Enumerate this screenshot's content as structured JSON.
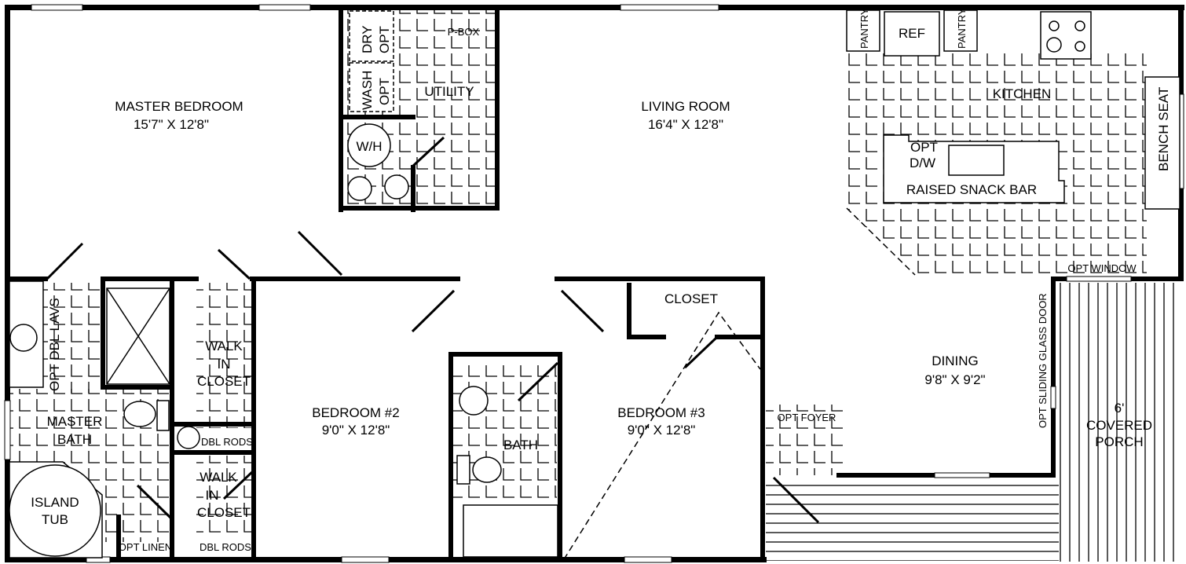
{
  "colors": {
    "wall": "#000000",
    "background": "#ffffff"
  },
  "rooms": {
    "master_bedroom": {
      "name": "MASTER BEDROOM",
      "size": "15'7\" X 12'8\""
    },
    "living_room": {
      "name": "LIVING ROOM",
      "size": "16'4\" X 12'8\""
    },
    "kitchen": {
      "name": "KITCHEN"
    },
    "dining": {
      "name": "DINING",
      "size": "9'8\" X 9'2\""
    },
    "bedroom2": {
      "name": "BEDROOM #2",
      "size": "9'0\" X 12'8\""
    },
    "bedroom3": {
      "name": "BEDROOM #3",
      "size": "9'0\" X 12'8\""
    },
    "bath": {
      "name": "BATH"
    },
    "utility": {
      "name": "UTILITY"
    },
    "master_bath": {
      "line1": "MASTER",
      "line2": "BATH"
    },
    "porch": {
      "line1": "6'",
      "line2": "COVERED",
      "line3": "PORCH"
    }
  },
  "fixtures": {
    "pantry_left": "PANTRY",
    "ref": "REF",
    "pantry_right": "PANTRY",
    "bench_seat": "BENCH SEAT",
    "opt_dw_1": "OPT",
    "opt_dw_2": "D/W",
    "snack_bar": "RAISED SNACK BAR",
    "opt_window": "OPT WINDOW",
    "dry_1": "DRY",
    "dry_2": "OPT",
    "wash_1": "WASH",
    "wash_2": "OPT",
    "pbox": "P-BOX",
    "wh": "W/H",
    "closet": "CLOSET",
    "opt_sliding": "OPT SLIDING GLASS DOOR",
    "opt_foyer": "OPT FOYER",
    "walk_in_1": {
      "l1": "WALK",
      "l2": "IN",
      "l3": "CLOSET"
    },
    "walk_in_2": {
      "l1": "WALK",
      "l2": "IN",
      "l3": "CLOSET"
    },
    "dbl_rods_1": "DBL RODS",
    "dbl_rods_2": "DBL RODS",
    "opt_linen": "OPT LINEN",
    "opt_dbl_lavs": "OPT DBL LAVS",
    "island_tub_1": "ISLAND",
    "island_tub_2": "TUB"
  }
}
